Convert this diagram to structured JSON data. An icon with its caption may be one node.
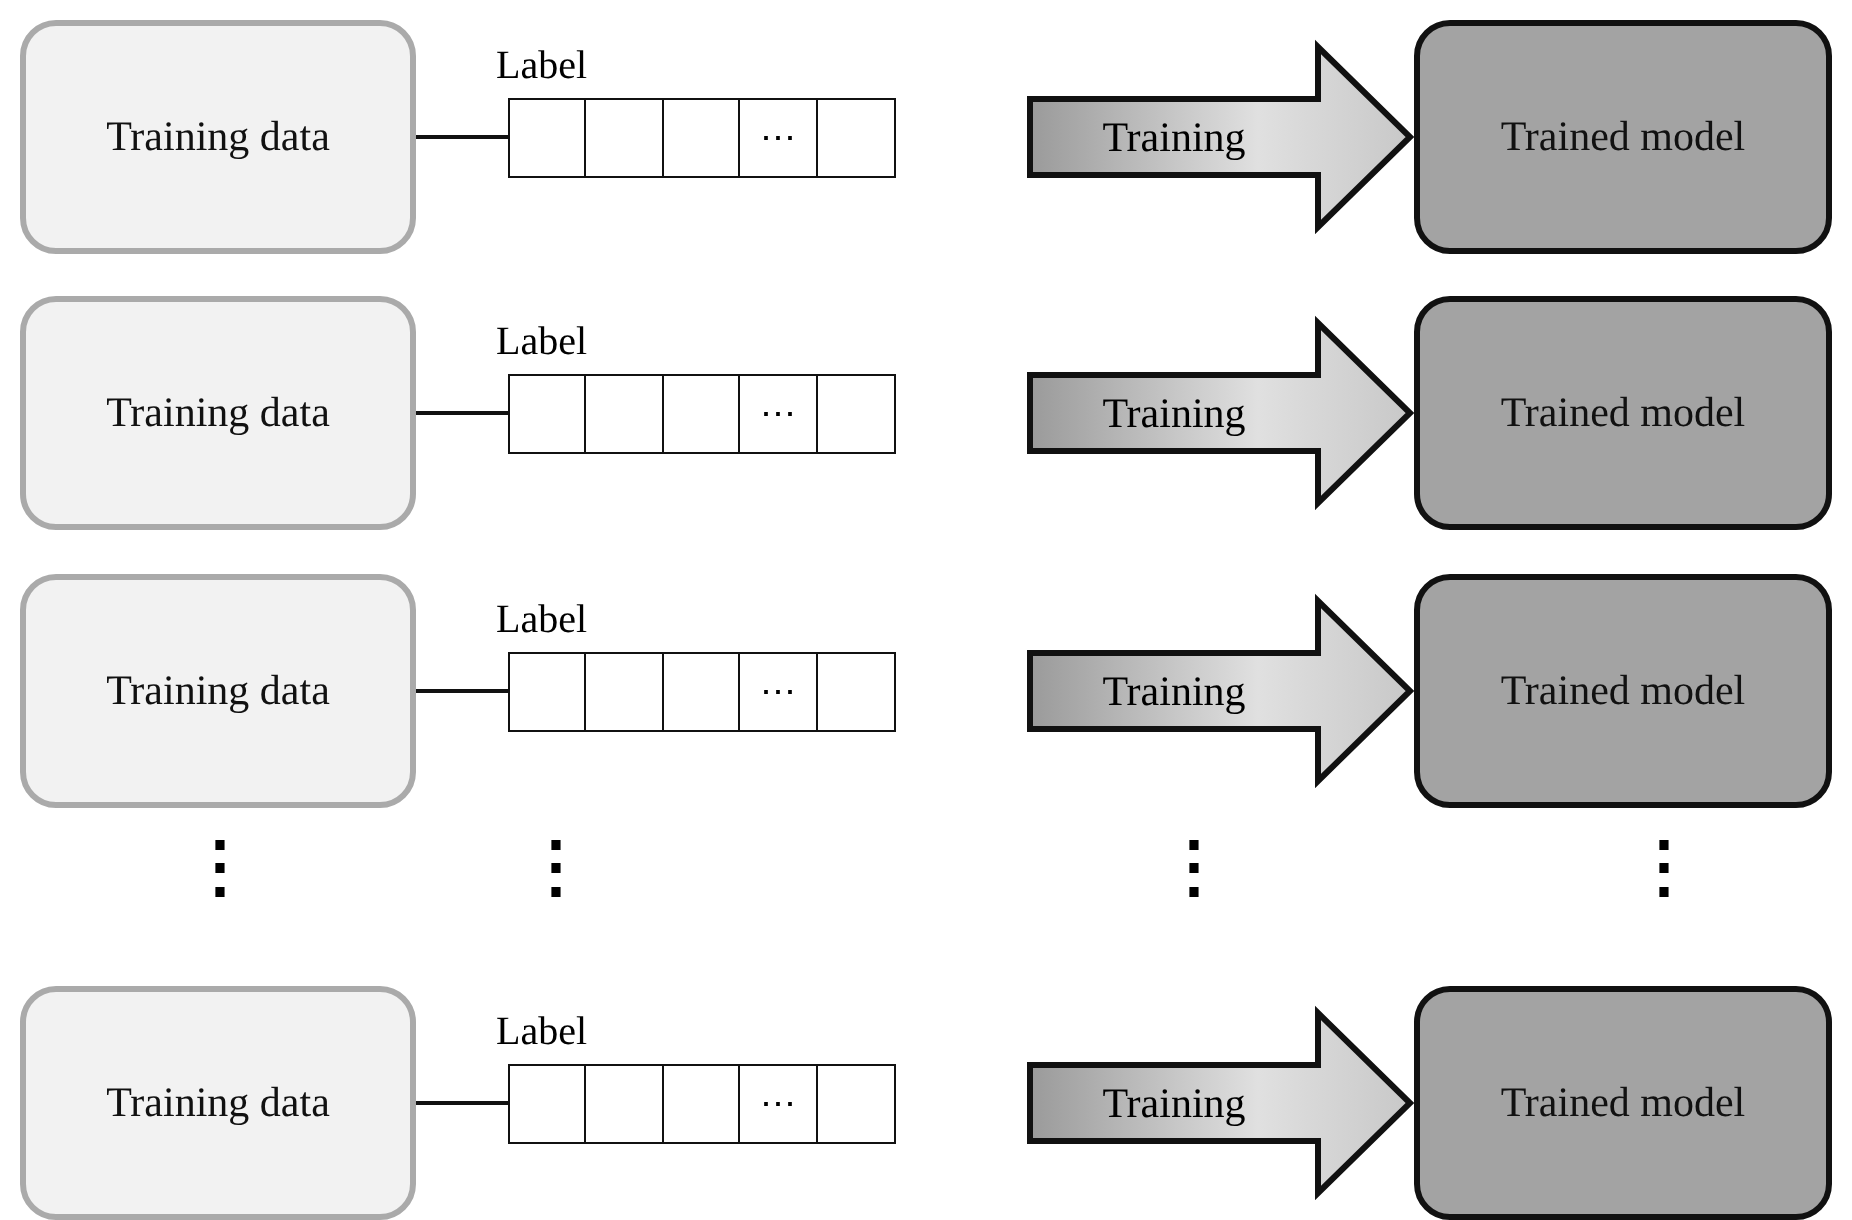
{
  "diagram": {
    "nodes": [
      {
        "text": [
          "Training data"
        ]
      },
      {
        "text": [
          "Label",
          "⋯"
        ]
      },
      {
        "text": [
          "Trained model"
        ]
      },
      {
        "text": [
          "Training data"
        ]
      },
      {
        "text": [
          "Label",
          "⋯"
        ]
      },
      {
        "text": [
          "Trained model"
        ]
      },
      {
        "text": [
          "Training data"
        ]
      },
      {
        "text": [
          "Label",
          "⋯"
        ]
      },
      {
        "text": [
          "Trained model"
        ]
      },
      {
        "text": [
          "Training data"
        ]
      },
      {
        "text": [
          "Label",
          "⋯"
        ]
      },
      {
        "text": [
          "Trained model"
        ]
      }
    ],
    "edges": [
      {
        "from": 0,
        "to": 1,
        "arrow": "none"
      },
      {
        "from": 1,
        "to": 2,
        "arrow": "to",
        "label": "Training",
        "style": "thick"
      },
      {
        "from": 3,
        "to": 4,
        "arrow": "none"
      },
      {
        "from": 4,
        "to": 5,
        "arrow": "to",
        "label": "Training",
        "style": "thick"
      },
      {
        "from": 6,
        "to": 7,
        "arrow": "none"
      },
      {
        "from": 7,
        "to": 8,
        "arrow": "to",
        "label": "Training",
        "style": "thick"
      },
      {
        "from": 9,
        "to": 10,
        "arrow": "none"
      },
      {
        "from": 10,
        "to": 11,
        "arrow": "to",
        "label": "Training",
        "style": "thick"
      }
    ],
    "labels": [
      "⋮",
      "⋮",
      "⋮",
      "⋮"
    ]
  }
}
